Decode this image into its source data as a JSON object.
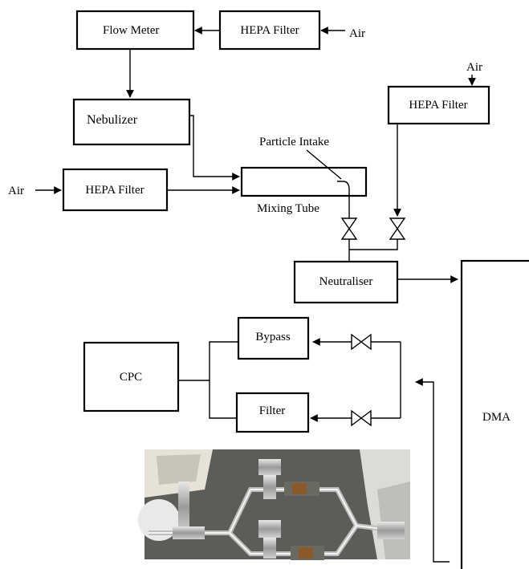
{
  "labels": {
    "flow_meter": "Flow Meter",
    "hepa_top": "HEPA Filter",
    "air_top": "Air",
    "air_right": "Air",
    "hepa_right": "HEPA Filter",
    "nebulizer": "Nebulizer",
    "particle_intake": "Particle Intake",
    "air_left": "Air",
    "hepa_left": "HEPA Filter",
    "mixing_tube": "Mixing Tube",
    "neutraliser": "Neutraliser",
    "bypass": "Bypass",
    "cpc": "CPC",
    "filter": "Filter",
    "dma": "DMA"
  },
  "photo": {
    "background_color": "#5a5a56",
    "description_icon": "photo-of-bypass-and-filter-tubing"
  },
  "colors": {
    "stroke": "#000000",
    "background": "#ffffff"
  }
}
